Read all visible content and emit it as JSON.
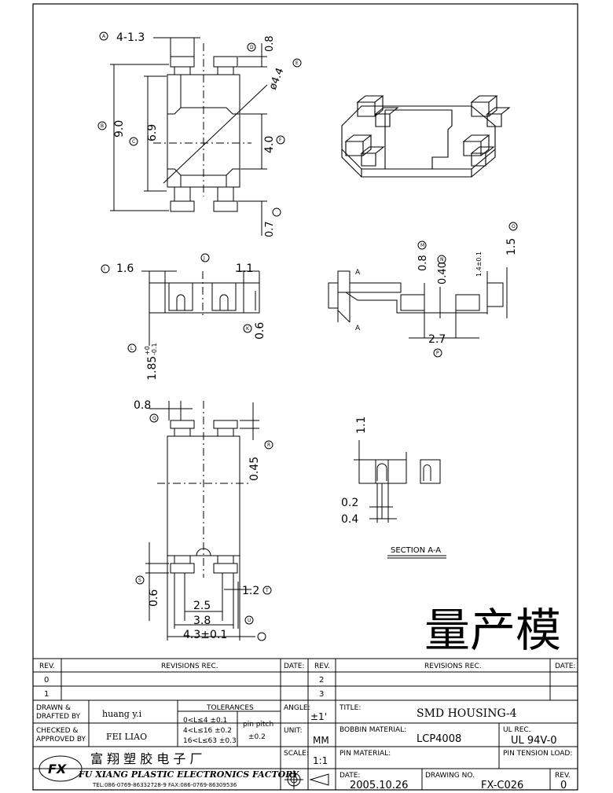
{
  "top_view": {
    "dims": {
      "pin_label": "4-1.3",
      "len_9_0": "9.0",
      "len_6_9": "6.9",
      "len_0_8": "0.8",
      "dia_4_4": "ø4.4",
      "len_4_0": "4.0",
      "len_0_7": "0.7"
    },
    "markers": [
      "A",
      "B",
      "C",
      "D",
      "E",
      "F"
    ]
  },
  "side_view": {
    "dims": {
      "d1_6": "1.6",
      "d1_1": "1.1",
      "d0_6": "0.6",
      "d1_85": "1.85",
      "tol_plus": "+0",
      "tol_minus": "-0.1"
    },
    "markers": [
      "I",
      "J",
      "K",
      "L"
    ]
  },
  "right_view": {
    "dims": {
      "d0_8": "0.8",
      "d0_40": "0.40",
      "d1_4": "1.4±0.1",
      "d1_5": "1.5",
      "d2_7": "2.7",
      "section_a": "A"
    },
    "markers": [
      "M",
      "N",
      "O",
      "P"
    ]
  },
  "bottom_view": {
    "dims": {
      "d0_8": "0.8",
      "d0_45": "0.45",
      "d0_6": "0.6",
      "d1_2": "1.2",
      "d2_5": "2.5",
      "d3_8": "3.8",
      "d4_3": "4.3±0.1"
    },
    "markers": [
      "Q",
      "R",
      "S",
      "T",
      "U"
    ]
  },
  "section": {
    "dims": {
      "d1_1": "1.1",
      "d0_2": "0.2",
      "d0_4": "0.4"
    },
    "title": "SECTION A-A"
  },
  "stamp": "量产模",
  "title_block": {
    "rev_hdr": "REV.",
    "revisions_hdr": "REVISIONS   REC.",
    "date_hdr": "DATE:",
    "rev_rows_left": [
      "0",
      "1"
    ],
    "rev_rows_right": [
      "2",
      "3"
    ],
    "drawn_label": "DRAWN &\nDRAFTED BY",
    "drawn_by": "huang y.i",
    "checked_label": "CHECKED &\nAPPROVED BY",
    "checked_by": "FEI LIAO",
    "tolerances_hdr": "TOLERANCES",
    "tol_lines": [
      "0<L≤4   ±0.1",
      "4<L≤16  ±0.2",
      "16<L≤63 ±0.3"
    ],
    "pin_pitch_label": "pin pitch",
    "pin_pitch_value": "±0.2",
    "angle_label": "ANGLE:",
    "angle_value": "±1'",
    "unit_label": "UNIT:",
    "unit_value": "MM",
    "scale_label": "SCALE:",
    "scale_value": "1:1",
    "title_label": "TITLE:",
    "title_value": "SMD HOUSING-4",
    "bobbin_label": "BOBBIN MATERIAL:",
    "bobbin_value": "LCP4008",
    "ul_label": "UL REC.",
    "ul_value": "UL 94V-0",
    "pin_material_label": "PIN MATERIAL:",
    "pin_tension_label": "PIN TENSION LOAD:",
    "date_label": "DATE:",
    "date_value": "2005.10.26",
    "drawing_no_label": "DRAWING NO.",
    "drawing_no_value": "FX-C026",
    "rev_label": "REV.",
    "rev_value": "0",
    "company_cn": "富 翔 塑 胶 电 子 厂",
    "company_en": "FU XIANG PLASTIC ELECTRONICS FACTORY",
    "company_tel": "TEL:086-0769-86332728-9  FAX:086-0769-86309536",
    "logo_text": "FX"
  }
}
